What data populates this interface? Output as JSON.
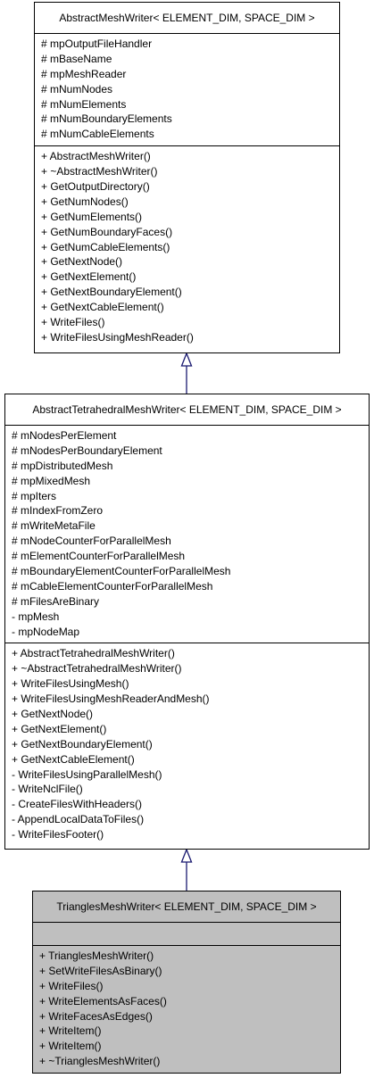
{
  "classes": [
    {
      "name": "AbstractMeshWriter< ELEMENT_DIM, SPACE_DIM >",
      "attributes": [
        "# mpOutputFileHandler",
        "# mBaseName",
        "# mpMeshReader",
        "# mNumNodes",
        "# mNumElements",
        "# mNumBoundaryElements",
        "# mNumCableElements"
      ],
      "methods": [
        "+ AbstractMeshWriter()",
        "+ ~AbstractMeshWriter()",
        "+ GetOutputDirectory()",
        "+ GetNumNodes()",
        "+ GetNumElements()",
        "+ GetNumBoundaryFaces()",
        "+ GetNumCableElements()",
        "+ GetNextNode()",
        "+ GetNextElement()",
        "+ GetNextBoundaryElement()",
        "+ GetNextCableElement()",
        "+ WriteFiles()",
        "+ WriteFilesUsingMeshReader()"
      ]
    },
    {
      "name": "AbstractTetrahedralMeshWriter< ELEMENT_DIM, SPACE_DIM >",
      "attributes": [
        "# mNodesPerElement",
        "# mNodesPerBoundaryElement",
        "# mpDistributedMesh",
        "# mpMixedMesh",
        "# mpIters",
        "# mIndexFromZero",
        "# mWriteMetaFile",
        "# mNodeCounterForParallelMesh",
        "# mElementCounterForParallelMesh",
        "# mBoundaryElementCounterForParallelMesh",
        "# mCableElementCounterForParallelMesh",
        "# mFilesAreBinary",
        "- mpMesh",
        "- mpNodeMap"
      ],
      "methods": [
        "+ AbstractTetrahedralMeshWriter()",
        "+ ~AbstractTetrahedralMeshWriter()",
        "+ WriteFilesUsingMesh()",
        "+ WriteFilesUsingMeshReaderAndMesh()",
        "+ GetNextNode()",
        "+ GetNextElement()",
        "+ GetNextBoundaryElement()",
        "+ GetNextCableElement()",
        "- WriteFilesUsingParallelMesh()",
        "- WriteNclFile()",
        "- CreateFilesWithHeaders()",
        "- AppendLocalDataToFiles()",
        "- WriteFilesFooter()"
      ]
    },
    {
      "name": "TrianglesMeshWriter< ELEMENT_DIM, SPACE_DIM >",
      "attributes": [],
      "methods": [
        "+ TrianglesMeshWriter()",
        "+ SetWriteFilesAsBinary()",
        "+ WriteFiles()",
        "+ WriteElementsAsFaces()",
        "+ WriteFacesAsEdges()",
        "+ WriteItem()",
        "+ WriteItem()",
        "+ ~TrianglesMeshWriter()"
      ]
    }
  ],
  "colors": {
    "edge": "#191970",
    "highlight_fill": "#bfbfbf",
    "box_fill": "#ffffff"
  }
}
